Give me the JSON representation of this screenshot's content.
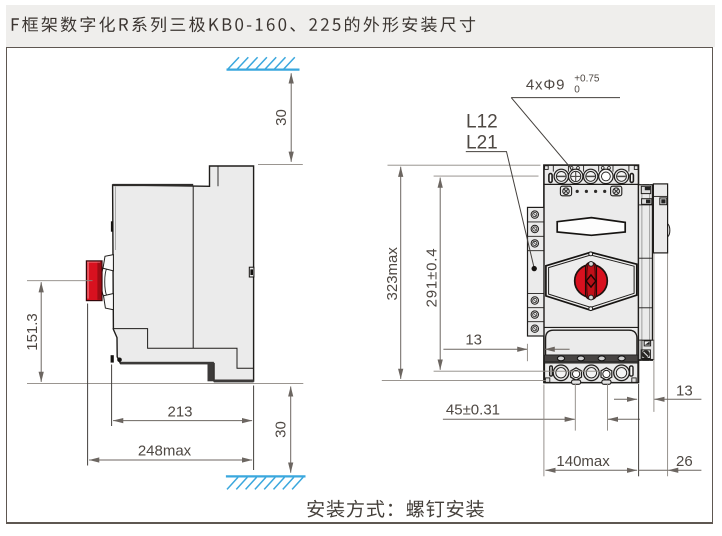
{
  "title_bar": {
    "title": "F框架数字化R系列三极KB0-160、225的外形安装尺寸"
  },
  "caption": {
    "text": "安装方式：螺钉安装"
  },
  "colors": {
    "accent_red": "#d8111f",
    "hatch_blue": "#3aa7dd",
    "body_gray": "#ebebeb",
    "title_bar_bg": "#efeeec",
    "dimension_text": "#4e4843"
  },
  "side_view": {
    "dim_handle_center_height": "151.3",
    "dim_depth_body": "213",
    "dim_depth_max": "248max",
    "dim_clearance_top": "30",
    "dim_clearance_bottom": "30"
  },
  "front_view": {
    "mounting_holes_label": "4xΦ9",
    "mounting_holes_tol_upper": "+0.75",
    "mounting_holes_tol_lower": "0",
    "terminal_labels": [
      "L12",
      "L21"
    ],
    "dim_height_max": "323max",
    "dim_mounting_holes_vertical": "291±0.4",
    "dim_side_module_offset": "13",
    "dim_mounting_holes_horizontal": "45±0.31",
    "dim_width_max": "140max",
    "dim_right_module_offset": "13",
    "dim_right_module_width": "26"
  }
}
